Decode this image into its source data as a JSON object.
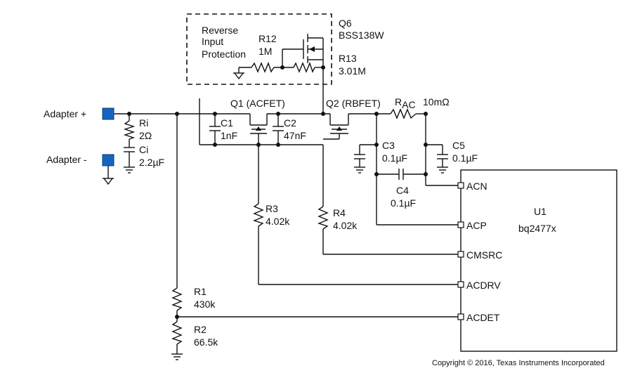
{
  "terminals": {
    "adapter_plus": "Adapter +",
    "adapter_minus": "Adapter -"
  },
  "protection": {
    "box_label": [
      "Reverse",
      "Input",
      "Protection"
    ]
  },
  "components": {
    "q6": {
      "ref": "Q6",
      "part": "BSS138W"
    },
    "r12": {
      "ref": "R12",
      "value": "1M"
    },
    "r13": {
      "ref": "R13",
      "value": "3.01M"
    },
    "q1": {
      "label": "Q1 (ACFET)"
    },
    "q2": {
      "label": "Q2 (RBFET)"
    },
    "rac": {
      "ref_main": "R",
      "ref_sub": "AC",
      "value": "10mΩ"
    },
    "ri": {
      "ref": "Ri",
      "value": "2Ω"
    },
    "ci": {
      "ref": "Ci",
      "value": "2.2µF"
    },
    "c1": {
      "ref": "C1",
      "value": "1nF"
    },
    "c2": {
      "ref": "C2",
      "value": "47nF"
    },
    "c3": {
      "ref": "C3",
      "value": "0.1µF"
    },
    "c4": {
      "ref": "C4",
      "value": "0.1µF"
    },
    "c5": {
      "ref": "C5",
      "value": "0.1µF"
    },
    "r3": {
      "ref": "R3",
      "value": "4.02k"
    },
    "r4": {
      "ref": "R4",
      "value": "4.02k"
    },
    "r1": {
      "ref": "R1",
      "value": "430k"
    },
    "r2": {
      "ref": "R2",
      "value": "66.5k"
    }
  },
  "ic": {
    "ref": "U1",
    "part": "bq2477x",
    "pins": [
      "ACN",
      "ACP",
      "CMSRC",
      "ACDRV",
      "ACDET"
    ]
  },
  "copyright": "Copyright © 2016, Texas Instruments Incorporated"
}
